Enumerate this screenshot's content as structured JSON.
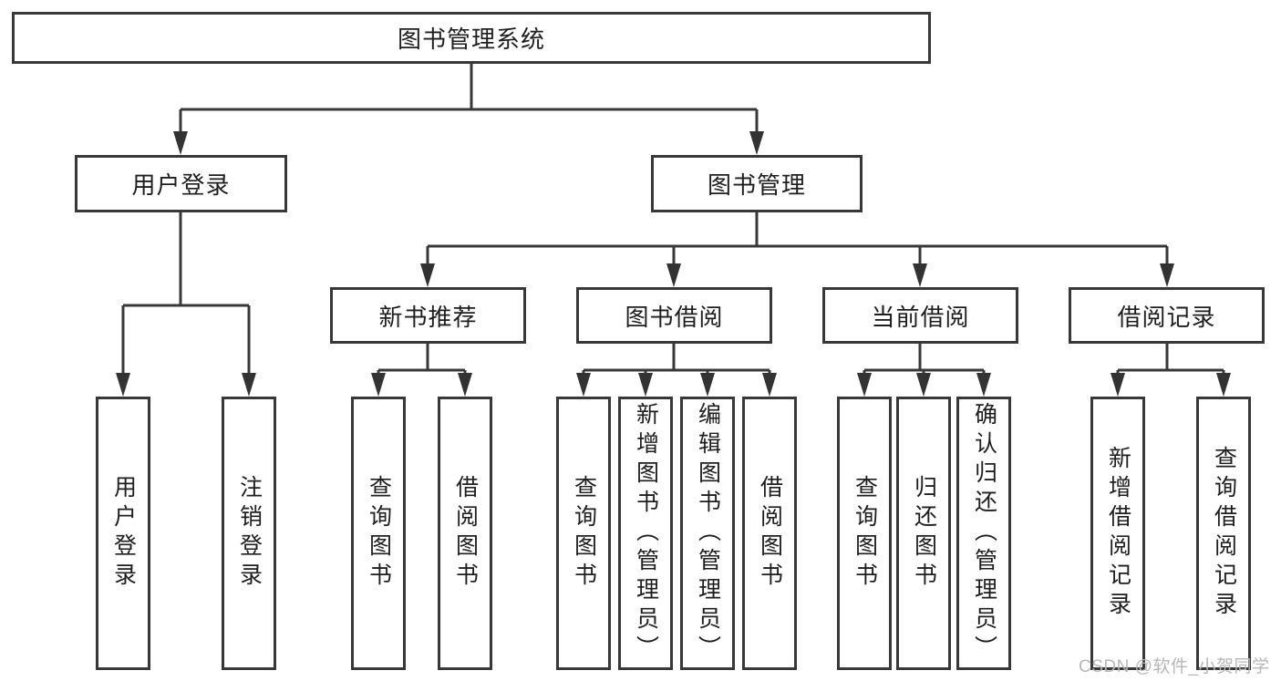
{
  "tree": {
    "root": {
      "label": "图书管理系统"
    },
    "level2": [
      {
        "label": "用户登录"
      },
      {
        "label": "图书管理"
      }
    ],
    "level3": [
      {
        "label": "新书推荐"
      },
      {
        "label": "图书借阅"
      },
      {
        "label": "当前借阅"
      },
      {
        "label": "借阅记录"
      }
    ],
    "leaves": {
      "login": [
        "用户登录",
        "注销登录"
      ],
      "newbook": [
        "查询图书",
        "借阅图书"
      ],
      "borrow": [
        "查询图书",
        "新增图书（管理员）",
        "编辑图书（管理员）",
        "借阅图书"
      ],
      "current": [
        "查询图书",
        "归还图书",
        "确认归还（管理员）"
      ],
      "records": [
        "新增借阅记录",
        "查询借阅记录"
      ]
    }
  },
  "watermark": "CSDN @软件_小贺同学",
  "colors": {
    "line": "#383838",
    "text": "#1e1e1e",
    "watermark": "#b7b7b7",
    "background": "#ffffff"
  }
}
